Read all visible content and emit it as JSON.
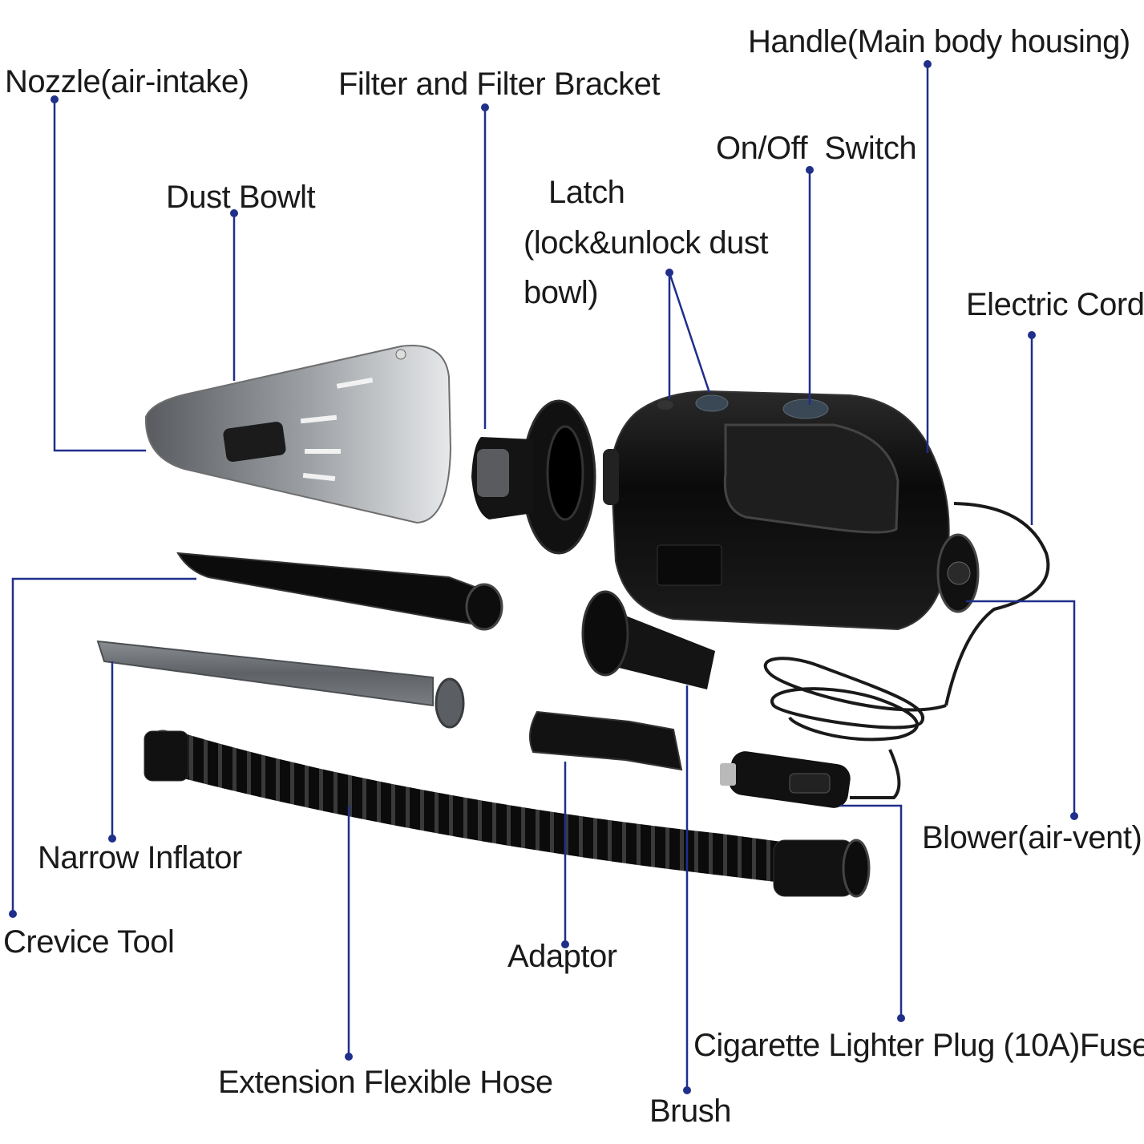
{
  "labels": {
    "nozzle": "Nozzle(air-intake)",
    "filter": "Filter and Filter Bracket",
    "handle": "Handle(Main body housing)",
    "switch": "On/Off  Switch",
    "dust_bowl": "Dust Bowlt",
    "latch_title": "Latch",
    "latch_line2": "(lock&unlock dust",
    "latch_line3": "bowl)",
    "electric_cord": "Electric Cord",
    "blower": "Blower(air-vent)",
    "narrow_inflator": "Narrow Inflator",
    "crevice_tool": "Crevice Tool",
    "adaptor": "Adaptor",
    "cigarette_plug": "Cigarette Lighter Plug (10A)Fuse",
    "extension_hose": "Extension Flexible Hose",
    "brush": "Brush"
  },
  "colors": {
    "leader": "#1f2f8a",
    "product": "#0d0d0d",
    "bowl": "#b9bcc0",
    "inflator": "#6d7074"
  }
}
